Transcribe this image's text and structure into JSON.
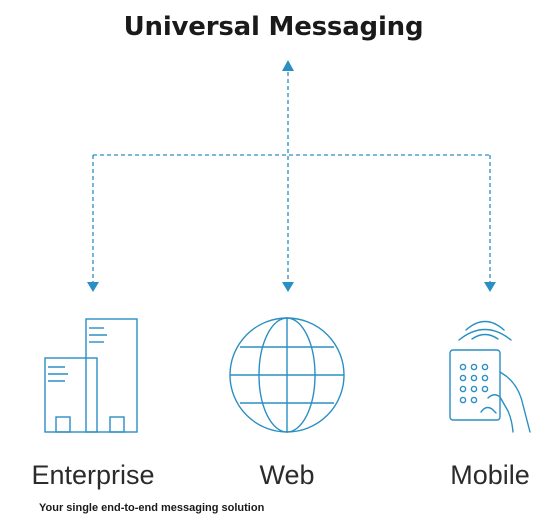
{
  "title": "Universal Messaging",
  "caption": "Your single end-to-end messaging solution",
  "colors": {
    "accent": "#2a8fc4",
    "text": "#1a1a1a"
  },
  "nodes": [
    {
      "label": "Enterprise",
      "icon": "building-icon"
    },
    {
      "label": "Web",
      "icon": "globe-icon"
    },
    {
      "label": "Mobile",
      "icon": "mobile-remote-icon"
    }
  ]
}
